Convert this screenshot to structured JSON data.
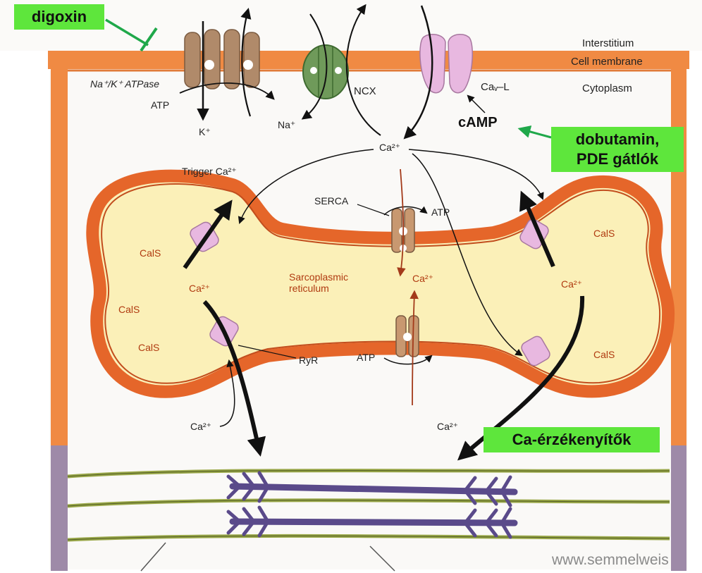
{
  "colors": {
    "membrane": "#f08a43",
    "membrane_dark": "#d4652a",
    "sr_lumen": "#fbf0b8",
    "drug_box": "#5ee63c",
    "drug_line": "#1fa84a",
    "na_k_pump": "#b08a6a",
    "ncx": "#6f9a5a",
    "ca_channel": "#e8b8e0",
    "myofilament_thick": "#5a4a8a",
    "myofilament_thin": "#9aa84a"
  },
  "labels": {
    "interstitium": "Interstitium",
    "cell_membrane": "Cell membrane",
    "cytoplasm": "Cytoplasm",
    "na_k_atpase": "Na⁺/K⁺ ATPase",
    "atp_pump": "ATP",
    "k_ion": "K⁺",
    "na_ion": "Na⁺",
    "ncx": "NCX",
    "cav_l": "Caᵥ–L",
    "camp": "cAMP",
    "ca_center": "Ca²⁺",
    "trigger_ca": "Trigger Ca²⁺",
    "serca": "SERCA",
    "atp_serca": "ATP",
    "sr_line1": "Sarcoplasmic",
    "sr_line2": "reticulum",
    "ca_sr_center": "Ca²⁺",
    "ca_sr_left": "Ca²⁺",
    "ca_sr_right": "Ca²⁺",
    "cals_1": "CalS",
    "cals_2": "CalS",
    "cals_3": "CalS",
    "cals_4": "CalS",
    "cals_5": "CalS",
    "ryr": "RyR",
    "atp_bottom": "ATP",
    "ca_bottom_left": "Ca²⁺",
    "ca_bottom_right": "Ca²⁺"
  },
  "drugs": {
    "digoxin": "digoxin",
    "dobutamin_line1": "dobutamin,",
    "dobutamin_line2": "PDE gátlók",
    "ca_sensitizers": "Ca-érzékenyítők"
  },
  "watermark": "www.semmelweis"
}
